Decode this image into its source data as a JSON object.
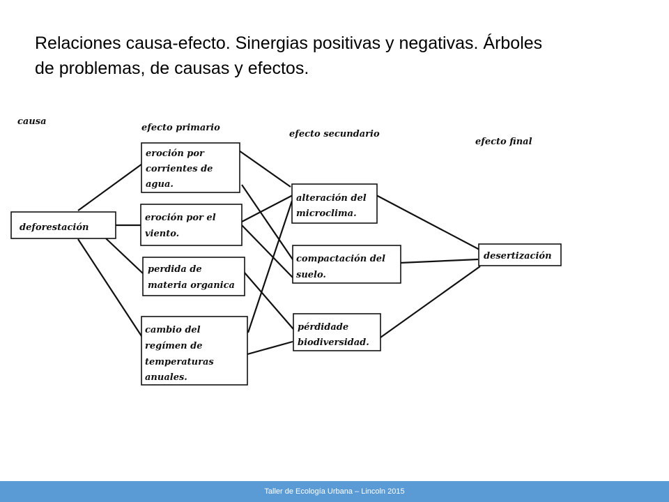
{
  "slide": {
    "title_line1": "Relaciones causa-efecto. Sinergias positivas y negativas. Árboles",
    "title_line2": "de problemas, de causas y efectos."
  },
  "diagram": {
    "headers": {
      "causa": "causa",
      "primario": "efecto primario",
      "secundario": "efecto secundario",
      "final": "efecto final"
    },
    "nodes": {
      "deforestacion": [
        "deforestación"
      ],
      "erosion_agua": [
        "eroción por",
        "corrientes de",
        "agua."
      ],
      "erosion_viento": [
        "eroción por el",
        "viento."
      ],
      "materia_organica": [
        "perdida  de",
        "materia organica"
      ],
      "regimen_temperaturas": [
        "cambio del",
        "regímen de",
        "temperaturas",
        "anuales."
      ],
      "microclima": [
        "alteración del",
        "microclima."
      ],
      "compactacion": [
        "compactación del",
        "suelo."
      ],
      "biodiversidad": [
        "pérdidade",
        "biodiversidad."
      ],
      "desertizacion": [
        "desertización"
      ]
    }
  },
  "footer": {
    "text": "Taller de Ecología Urbana – Lincoln 2015"
  }
}
